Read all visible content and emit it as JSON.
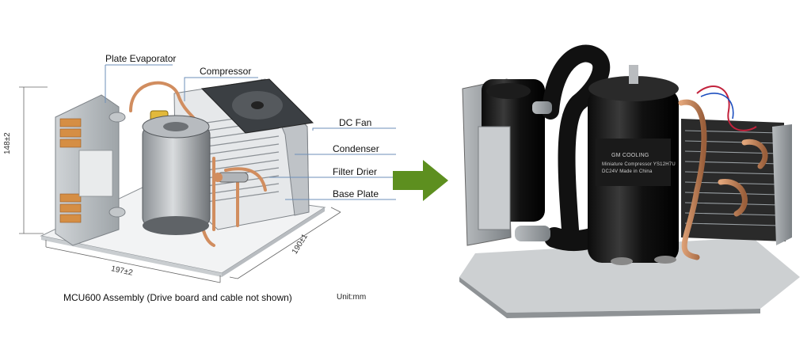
{
  "diagram": {
    "callouts": [
      {
        "id": "plate-evaporator",
        "label": "Plate Evaporator"
      },
      {
        "id": "compressor",
        "label": "Compressor"
      },
      {
        "id": "dc-fan",
        "label": "DC Fan"
      },
      {
        "id": "condenser",
        "label": "Condenser"
      },
      {
        "id": "filter-drier",
        "label": "Filter Drier"
      },
      {
        "id": "base-plate",
        "label": "Base Plate"
      }
    ],
    "dimensions": {
      "height": "148±2",
      "width": "197±2",
      "depth": "190±1"
    },
    "caption": "MCU600 Assembly (Drive board and cable not shown)",
    "unit": "Unit:mm"
  },
  "photo": {
    "brand_label": "GM COOLING",
    "sticker_line1": "Miniature Compressor   YS12H7U",
    "sticker_line2": "DC24V   Made in China"
  },
  "colors": {
    "arrow": "#5d8f1f",
    "copper": "#c98a5a",
    "callout_line": "#6d8fb8",
    "compressor_dark": "#151515"
  }
}
